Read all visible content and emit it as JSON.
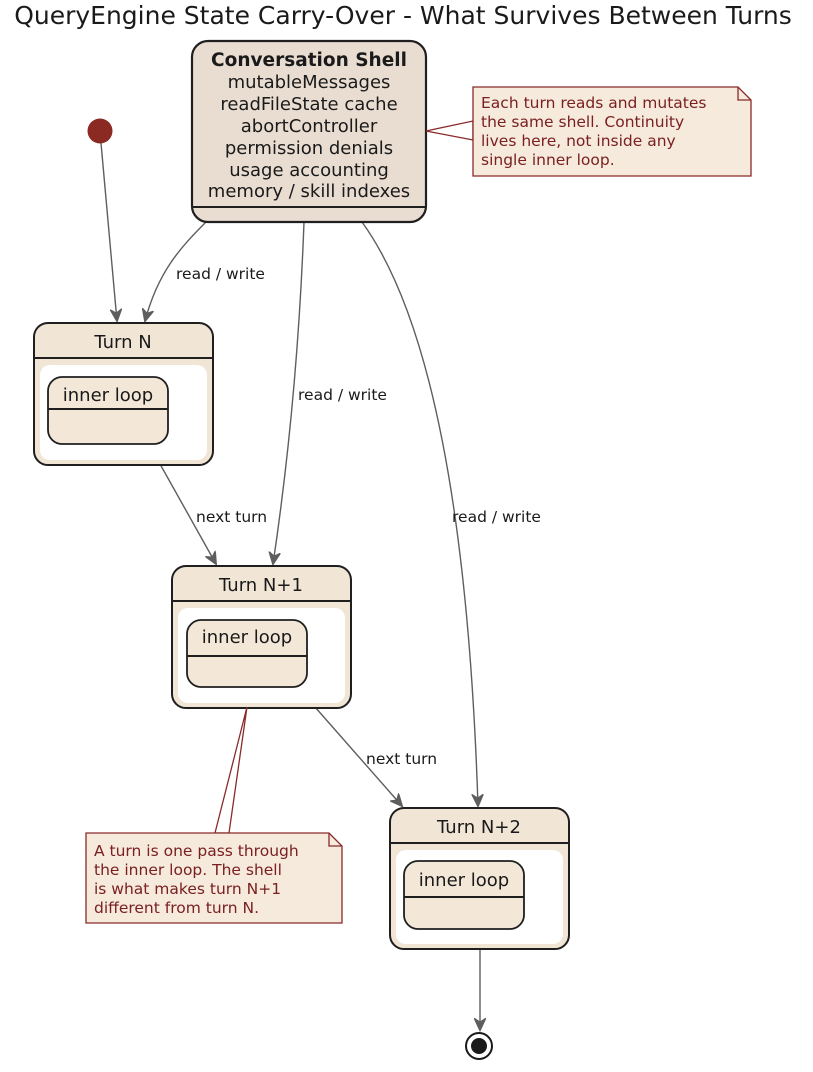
{
  "title": "QueryEngine State Carry-Over - What Survives Between Turns",
  "shell": {
    "name": "Conversation Shell",
    "lines": [
      "mutableMessages",
      "readFileState cache",
      "abortController",
      "permission denials",
      "usage accounting",
      "memory / skill indexes"
    ]
  },
  "states": [
    {
      "name": "Turn N",
      "inner": "inner loop"
    },
    {
      "name": "Turn N+1",
      "inner": "inner loop"
    },
    {
      "name": "Turn N+2",
      "inner": "inner loop"
    }
  ],
  "edges": {
    "shell_to_turn_n": "read / write",
    "shell_to_turn_n1": "read / write",
    "shell_to_turn_n2": "read / write",
    "turn_n_to_n1": "next turn",
    "turn_n1_to_n2": "next turn"
  },
  "notes": {
    "shell_note": [
      "Each turn reads and mutates",
      "the same shell. Continuity",
      "lives here, not inside any",
      "single inner loop."
    ],
    "turn_note": [
      "A turn is one pass through",
      "the inner loop. The shell",
      "is what makes turn N+1",
      "different from turn N."
    ]
  },
  "colors": {
    "initial_dot": "#8b2a22",
    "final_dot": "#1a1a1a",
    "note_text": "#7a2020"
  }
}
